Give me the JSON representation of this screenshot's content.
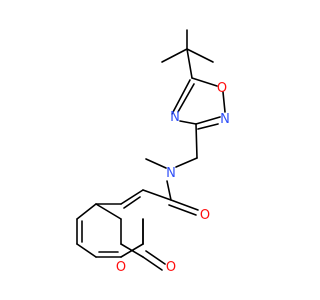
{
  "molecule": {
    "atoms": {
      "o_ring": {
        "symbol": "O",
        "color": "#ff0d0d"
      },
      "n_ring_right": {
        "symbol": "N",
        "color": "#3050f8"
      },
      "n_ring_left": {
        "symbol": "N",
        "color": "#3050f8"
      },
      "n_amide": {
        "symbol": "N",
        "color": "#3050f8"
      },
      "o_amide": {
        "symbol": "O",
        "color": "#ff0d0d"
      },
      "o_lactone_ring": {
        "symbol": "O",
        "color": "#ff0d0d"
      },
      "o_lactone_carbonyl": {
        "symbol": "O",
        "color": "#ff0d0d"
      }
    },
    "bond_color": "#000000"
  }
}
